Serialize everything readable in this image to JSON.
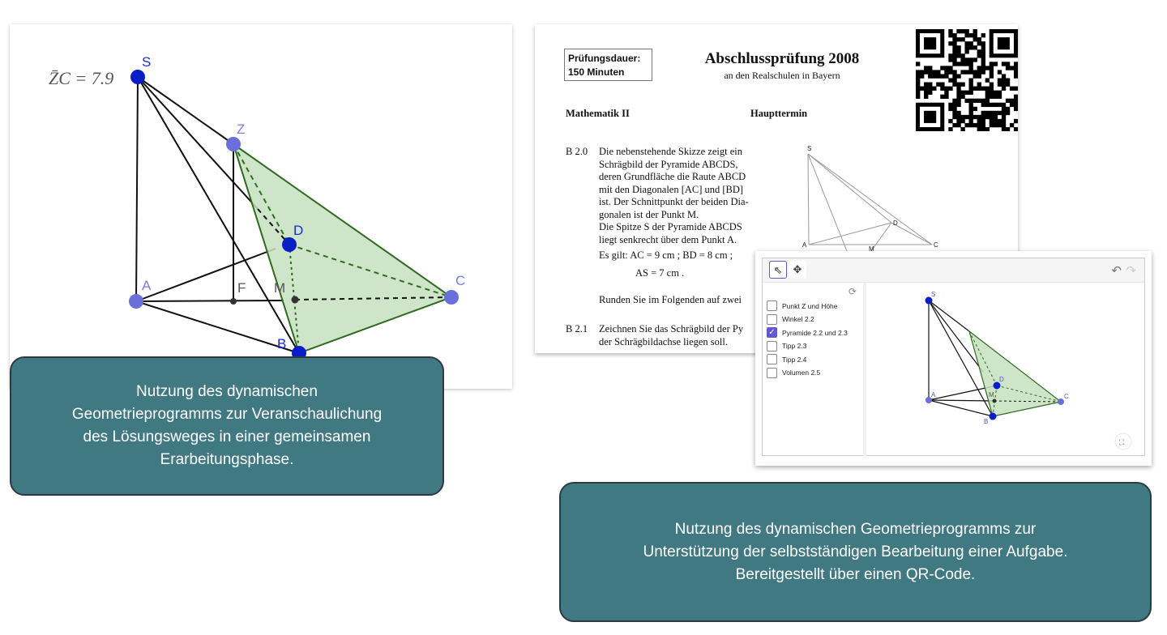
{
  "left_panel": {
    "measure_label": "Z̄C = 7.9",
    "points": {
      "S": "S",
      "Z": "Z",
      "D": "D",
      "A": "A",
      "F": "F",
      "M": "M",
      "C": "C",
      "B": "B"
    },
    "caption": [
      "Nutzung des dynamischen",
      "Geometrieprogramms zur Veranschaulichung",
      "des Lösungsweges in einer gemeinsamen",
      "Erarbeitungsphase."
    ]
  },
  "document": {
    "duration_label": "Prüfungsdauer:",
    "duration_value": "150 Minuten",
    "title": "Abschlussprüfung 2008",
    "subtitle": "an den Realschulen in Bayern",
    "subject": "Mathematik II",
    "term": "Haupttermin",
    "task_b20_num": "B 2.0",
    "task_b20_lines": [
      "Die nebenstehende Skizze zeigt ein",
      "Schrägbild der Pyramide ABCDS,",
      "deren Grundfläche die Raute ABCD",
      "mit den Diagonalen [AC] und [BD]",
      "ist. Der Schnittpunkt der beiden Dia-",
      "gonalen ist der Punkt M.",
      "Die Spitze S der Pyramide ABCDS",
      "liegt senkrecht über dem Punkt A."
    ],
    "given_1": "Es gilt:  AC = 9 cm ;  BD = 8 cm ;",
    "given_2": "AS = 7 cm .",
    "round_text": "Runden Sie im Folgenden auf zwei",
    "task_b21_num": "B 2.1",
    "task_b21_lines": [
      "Zeichnen Sie das Schrägbild der Py",
      "der Schrägbildachse liegen soll."
    ],
    "sketch_labels": {
      "S": "S",
      "D": "D",
      "A": "A",
      "C": "C",
      "M": "M"
    }
  },
  "applet": {
    "checkboxes": [
      {
        "label": "Punkt Z und Höhe",
        "checked": false
      },
      {
        "label": "Winkel 2.2",
        "checked": false
      },
      {
        "label": "Pyramide 2.2 und 2.3",
        "checked": true
      },
      {
        "label": "Tipp 2.3",
        "checked": false
      },
      {
        "label": "Tipp 2.4",
        "checked": false
      },
      {
        "label": "Volumen 2.5",
        "checked": false
      }
    ],
    "points": {
      "S": "S",
      "A": "A",
      "B": "B",
      "C": "C",
      "D": "D",
      "M": "M"
    }
  },
  "right_caption": [
    "Nutzung des dynamischen Geometrieprogramms zur",
    "Unterstützung der selbstständigen Bearbeitung einer Aufgabe.",
    "Bereitgestellt über einen QR-Code."
  ],
  "colors": {
    "teal": "#417983",
    "point_dark": "#0a1ec8",
    "point_light": "#6a6fdc",
    "face_green": "#c5e0c0",
    "edge_green": "#2e6b1e"
  }
}
